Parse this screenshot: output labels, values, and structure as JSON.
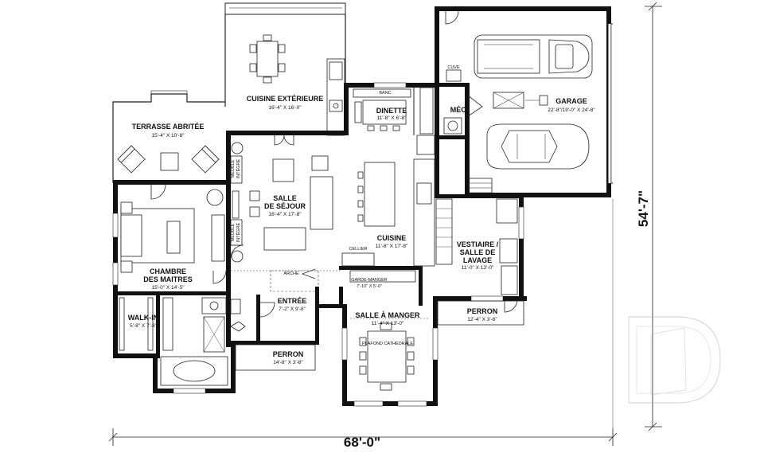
{
  "dimensions": {
    "width_total": "68'-0\"",
    "depth_total": "54'-7\""
  },
  "rooms": {
    "cuisine_exterieure": {
      "name": "CUISINE EXTÉRIEURE",
      "dim": "16'-4\" X 16'-0\""
    },
    "terrasse": {
      "name": "TERRASSE ABRITÉE",
      "dim": "15'-4\" X 10'-8\""
    },
    "dinette": {
      "name": "DINETTE",
      "dim": "11'-8\" X 6'-8\"",
      "banc": "BANC"
    },
    "mec": {
      "name": "MÉC.",
      "cuve": "CUVE"
    },
    "garage": {
      "name": "GARAGE",
      "dim": "22'-8\"/19'-0\" X 24'-8\""
    },
    "sejour": {
      "name_line1": "SALLE",
      "name_line2": "DE SÉJOUR",
      "dim": "16'-4\" X 17'-8\""
    },
    "cuisine": {
      "name": "CUISINE",
      "dim": "11'-8\" X 17'-8\"",
      "cellier": "CELLIER"
    },
    "meuble": {
      "line1": "MEUBLE",
      "line2": "INTÉGRÉ"
    },
    "vestiaire": {
      "line1": "VESTIAIRE /",
      "line2": "SALLE DE",
      "line3": "LAVAGE",
      "dim": "11'-0\" X 13'-0\""
    },
    "chambre": {
      "line1": "CHAMBRE",
      "line2": "DES MAITRES",
      "dim": "15'-0\" X 14'-5\""
    },
    "arche": "ARCHE",
    "garde_manger": {
      "name": "GARDE-MANGER",
      "dim": "7'-10\" X 5'-0\""
    },
    "entree": {
      "name": "ENTRÉE",
      "dim": "7'-2\" X 9'-8\""
    },
    "perron_droite": {
      "name": "PERRON",
      "dim": "12'-4\" X 3'-6\""
    },
    "salle_manger": {
      "name": "SALLE À MANGER",
      "dim": "11'-4\" X 13'-0\"",
      "plafond": "PLAFOND CATHÉDRALE"
    },
    "walk_in": {
      "name": "WALK-IN",
      "dim": "5'-8\" X 7'-8\""
    },
    "perron_avant": {
      "name": "PERRON",
      "dim": "14'-8\" X 3'-8\""
    }
  }
}
